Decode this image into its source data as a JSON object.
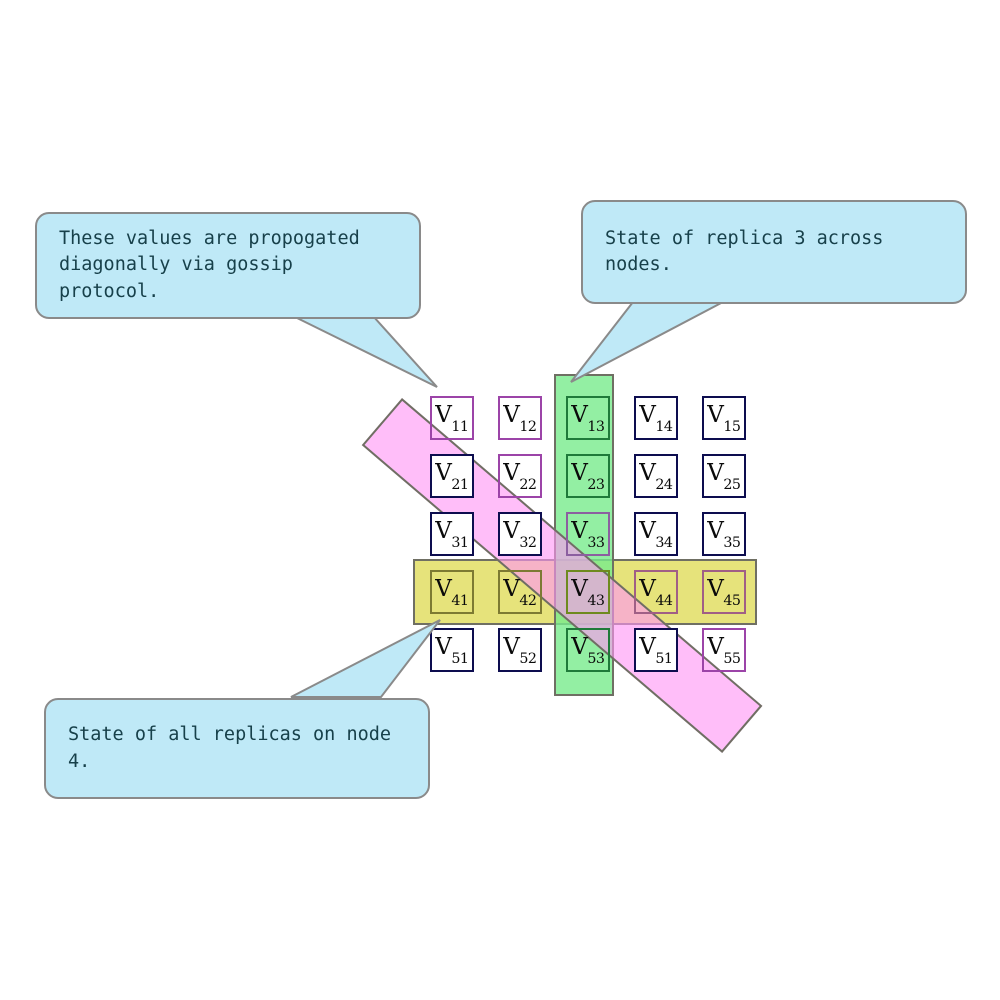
{
  "diagram": {
    "title": "Replica state grid with gossip propagation",
    "colors": {
      "callout_fill": "#bfe9f7",
      "callout_border": "#8a8a8a",
      "callout_text": "#17404a",
      "row_band": "#e2de64",
      "column_band": "#78eb8c",
      "diagonal_band": "#ff96f5",
      "cell_border": "#0d0d4f",
      "band_border": "#6f6f63",
      "background": "#ffffff"
    }
  },
  "callouts": [
    {
      "id": "gossip-note",
      "text": "These values are propogated\ndiagonally via gossip protocol.",
      "position": "top-left"
    },
    {
      "id": "replica3-note",
      "text": "State of replica 3 across nodes.",
      "position": "top-right"
    },
    {
      "id": "node4-note",
      "text": "State of all replicas on node 4.",
      "position": "bottom-left"
    }
  ],
  "grid": {
    "rows": 5,
    "cols": 5,
    "cells": [
      [
        {
          "v": "V",
          "sub": "11",
          "style": "hl-pink"
        },
        {
          "v": "V",
          "sub": "12",
          "style": "hl-pink"
        },
        {
          "v": "V",
          "sub": "13",
          "style": "hl-green"
        },
        {
          "v": "V",
          "sub": "14",
          "style": "hl-plain"
        },
        {
          "v": "V",
          "sub": "15",
          "style": "hl-plain"
        }
      ],
      [
        {
          "v": "V",
          "sub": "21",
          "style": "hl-plain"
        },
        {
          "v": "V",
          "sub": "22",
          "style": "hl-pink"
        },
        {
          "v": "V",
          "sub": "23",
          "style": "hl-green"
        },
        {
          "v": "V",
          "sub": "24",
          "style": "hl-plain"
        },
        {
          "v": "V",
          "sub": "25",
          "style": "hl-plain"
        }
      ],
      [
        {
          "v": "V",
          "sub": "31",
          "style": "hl-plain"
        },
        {
          "v": "V",
          "sub": "32",
          "style": "hl-plain"
        },
        {
          "v": "V",
          "sub": "33",
          "style": "hl-purple"
        },
        {
          "v": "V",
          "sub": "34",
          "style": "hl-plain"
        },
        {
          "v": "V",
          "sub": "35",
          "style": "hl-plain"
        }
      ],
      [
        {
          "v": "V",
          "sub": "41",
          "style": "hl-yellow"
        },
        {
          "v": "V",
          "sub": "42",
          "style": "hl-yellow"
        },
        {
          "v": "V",
          "sub": "43",
          "style": "hl-greenyellow"
        },
        {
          "v": "V",
          "sub": "44",
          "style": "hl-pinkyellow"
        },
        {
          "v": "V",
          "sub": "45",
          "style": "hl-pinkyellow"
        }
      ],
      [
        {
          "v": "V",
          "sub": "51",
          "style": "hl-plain"
        },
        {
          "v": "V",
          "sub": "52",
          "style": "hl-plain"
        },
        {
          "v": "V",
          "sub": "53",
          "style": "hl-green"
        },
        {
          "v": "V",
          "sub": "51",
          "style": "hl-plain"
        },
        {
          "v": "V",
          "sub": "55",
          "style": "hl-pink"
        }
      ]
    ]
  },
  "highlights": {
    "row_band_label": "node-4-row-highlight",
    "column_band_label": "replica-3-column-highlight",
    "diagonal_band_label": "gossip-diagonal-highlight"
  }
}
